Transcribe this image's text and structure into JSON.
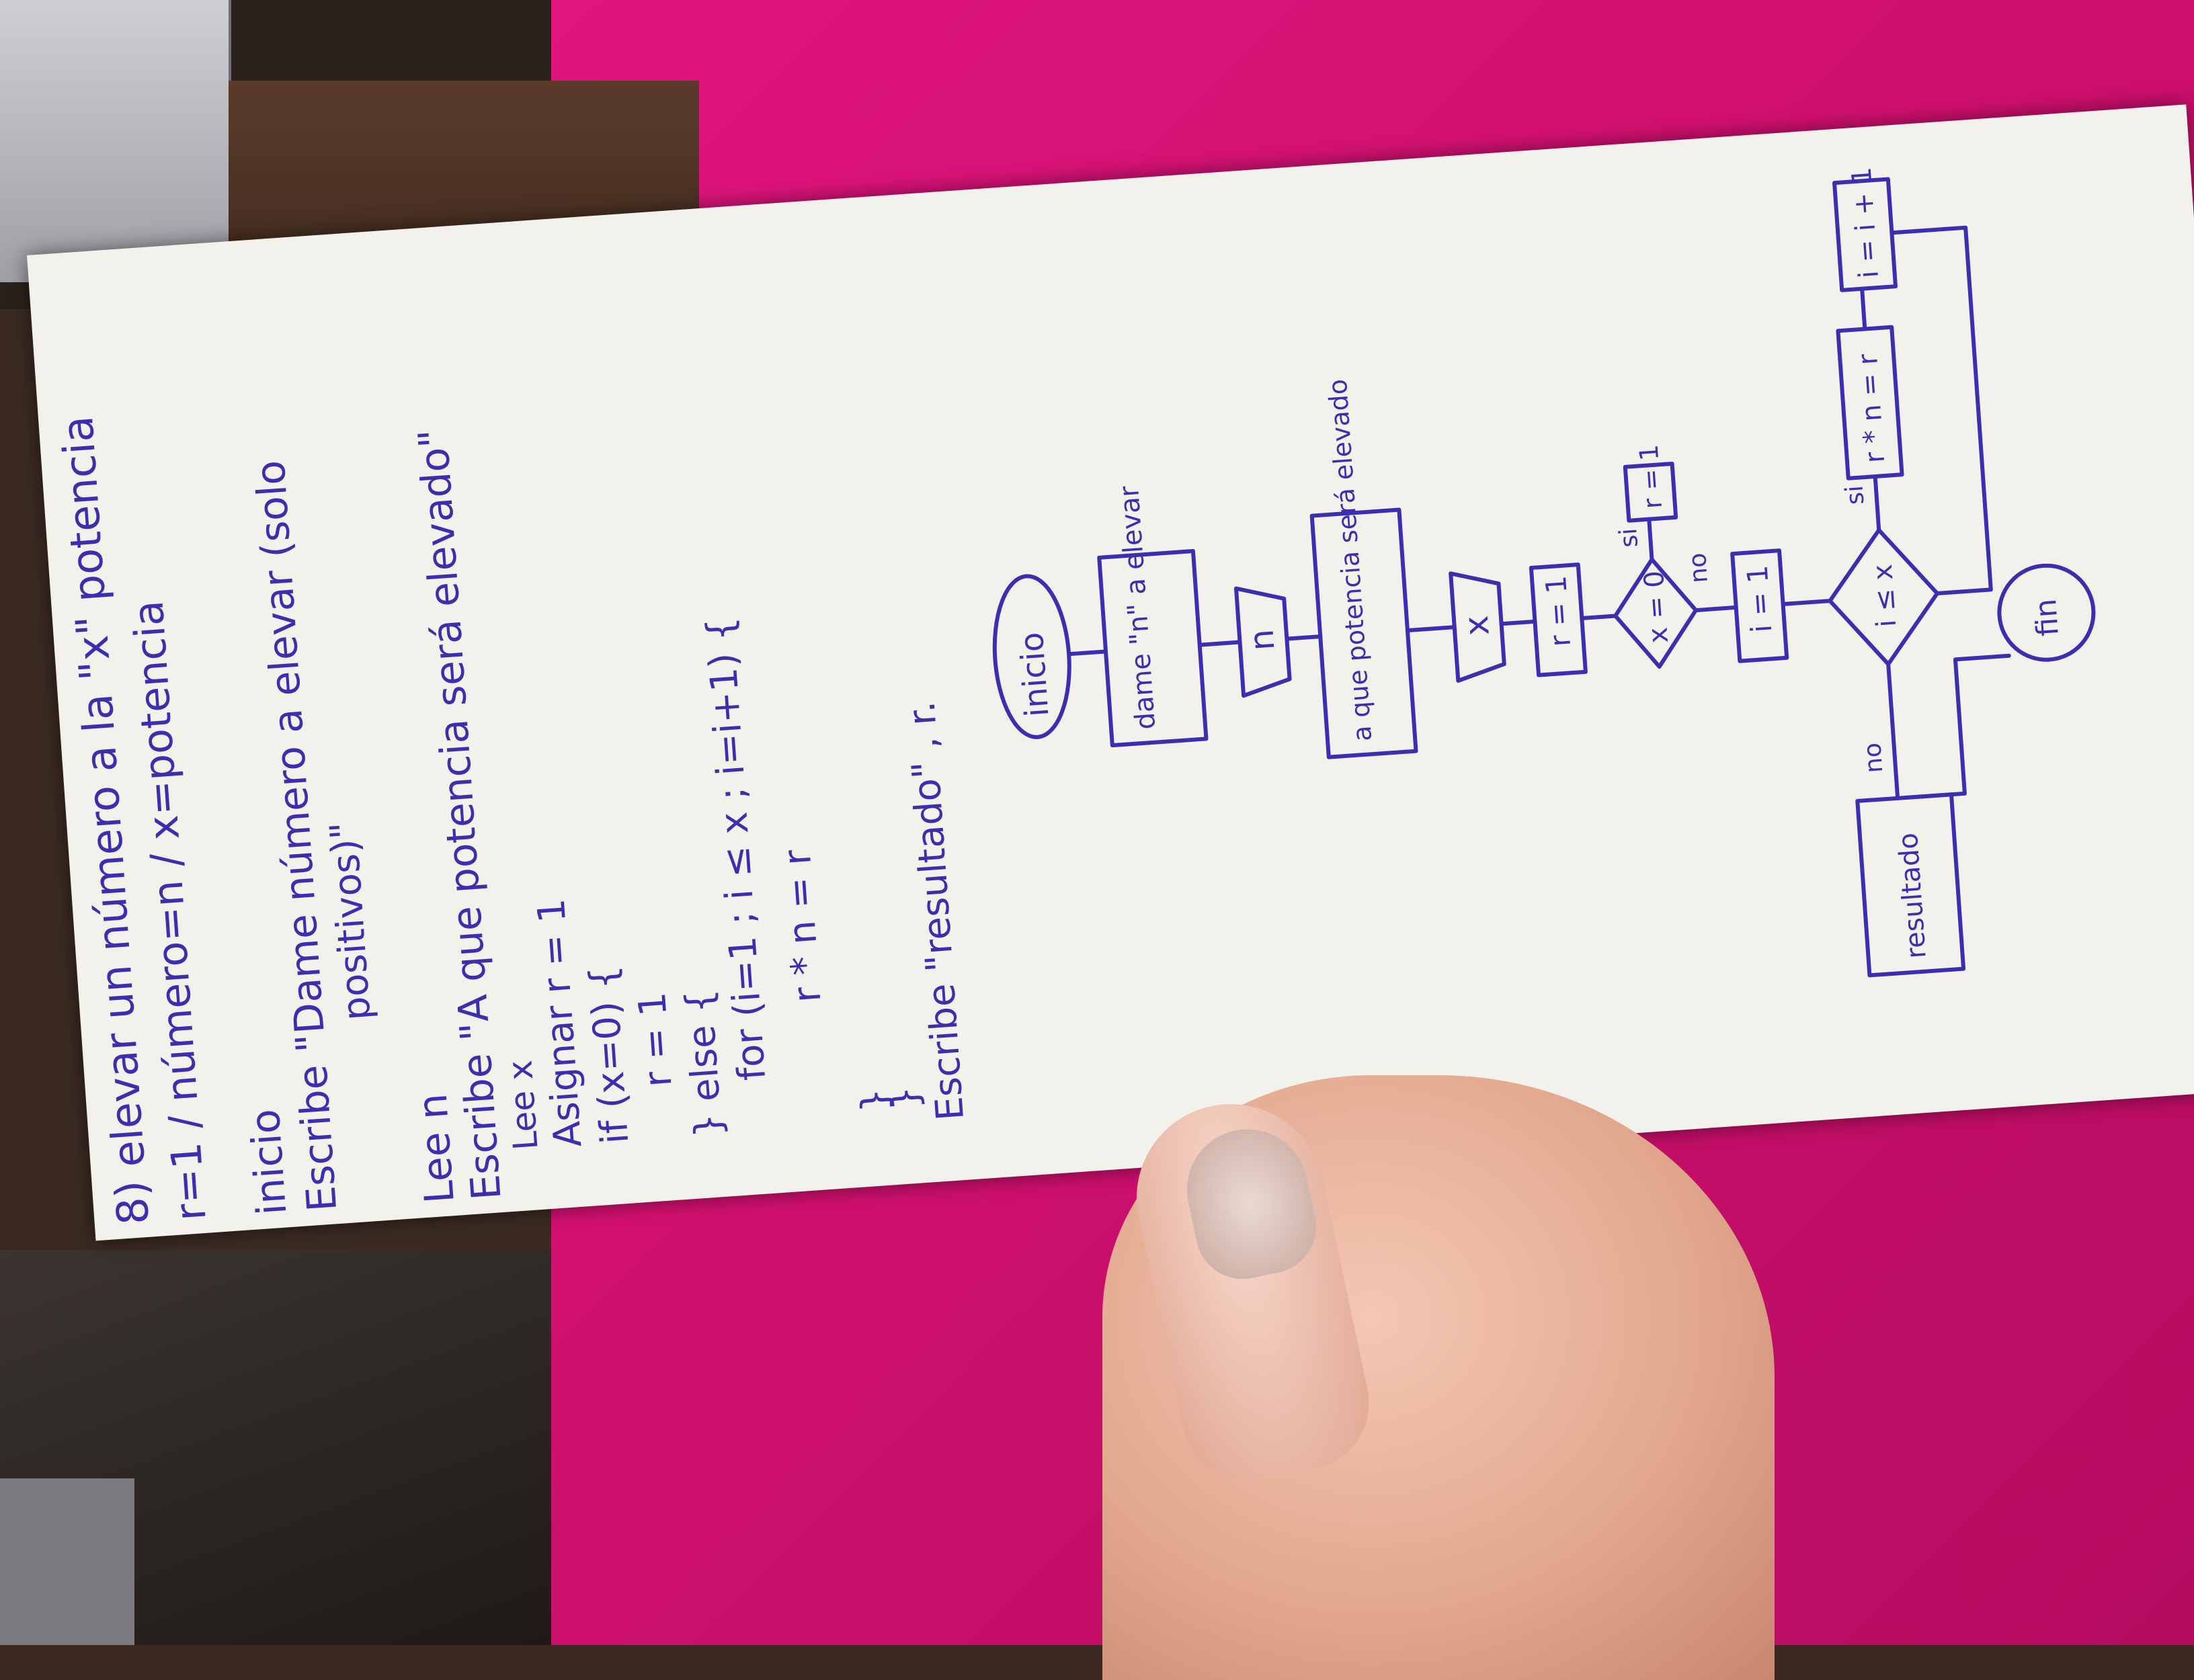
{
  "notes": {
    "title": "8) elevar un número a la \"x\" potencia",
    "line2": "r=1 / número=n / x=potencia",
    "line3": "inicio",
    "line4": "Escribe \"Dame número a elevar (solo",
    "line5": "positivos)\"",
    "line6": "Lee n",
    "line7": "Escribe \"A que potencia será elevado\"",
    "line8": "Lee x",
    "line9": "Asignar r = 1",
    "line10": "if (x=0) {",
    "line11": "r = 1",
    "line12": "} else {",
    "line13": "for (i=1 ; i ≤ x ; i=i+1) {",
    "line14": "r * n = r",
    "line15": "}",
    "line16": "}",
    "line17": "Escribe \"resultado\" , r."
  },
  "flowchart": {
    "start": "inicio",
    "prompt1": "dame \"n\" a elevar",
    "read_n": "n",
    "prompt2": "a que potencia será elevado",
    "read_x": "x",
    "assign_r": "r = 1",
    "decision1": "x = 0",
    "yes1": "si",
    "no1": "no",
    "r1": "r = 1",
    "assign_i": "i = 1",
    "decision2": "i ≤ x",
    "yes2": "si",
    "no2": "no",
    "multiply": "r * n = r",
    "increment": "i = i + 1",
    "output": "resultado",
    "end": "fin"
  }
}
